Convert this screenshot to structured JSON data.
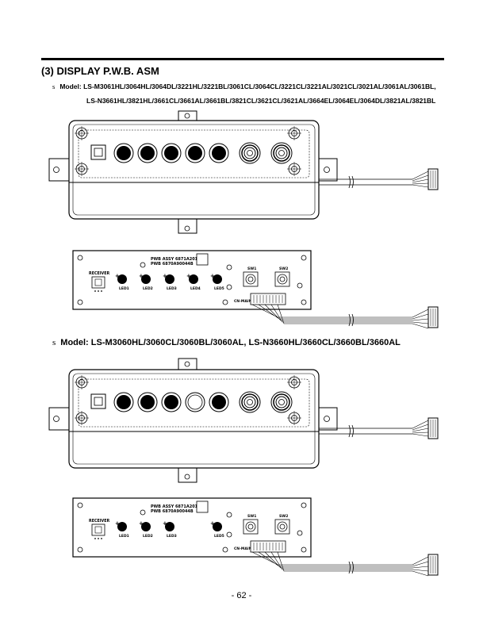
{
  "section": {
    "title": "(3) DISPLAY P.W.B. ASM",
    "bullet": "s"
  },
  "model_group_1": {
    "label": "Model:",
    "line1": "LS-M3061HL/3064HL/3064DL/3221HL/3221BL/3061CL/3064CL/3221CL/3221AL/3021CL/3021AL/3061AL/3061BL,",
    "line2": "LS-N3661HL/3821HL/3661CL/3661AL/3661BL/3821CL/3621CL/3621AL/3664EL/3064EL/3064DL/3821AL/3821BL"
  },
  "model_group_2": {
    "label": "Model:",
    "line1": "LS-M3060HL/3060CL/3060BL/3060AL, LS-N3660HL/3660CL/3660BL/3660AL"
  },
  "pcb_1": {
    "receiver_label": "RECEIVER",
    "pwb_line1": "PWB ASSY 6871A20166",
    "pwb_line2": "PWB 6870A90044B",
    "led_labels": [
      "LED1",
      "LED2",
      "LED3",
      "LED4",
      "LED5"
    ],
    "switch_labels": [
      "SW1",
      "SW2"
    ],
    "connector_label": "CN-MAIN"
  },
  "pcb_2": {
    "receiver_label": "RECEIVER",
    "pwb_line1": "PWB ASSY 6871A20166",
    "pwb_line2": "PWB 6870A90044B",
    "led_labels": [
      "LED1",
      "LED2",
      "LED3",
      "LED5"
    ],
    "switch_labels": [
      "SW1",
      "SW2"
    ],
    "connector_label": "CN-MAIN"
  },
  "page_number": "- 62 -"
}
